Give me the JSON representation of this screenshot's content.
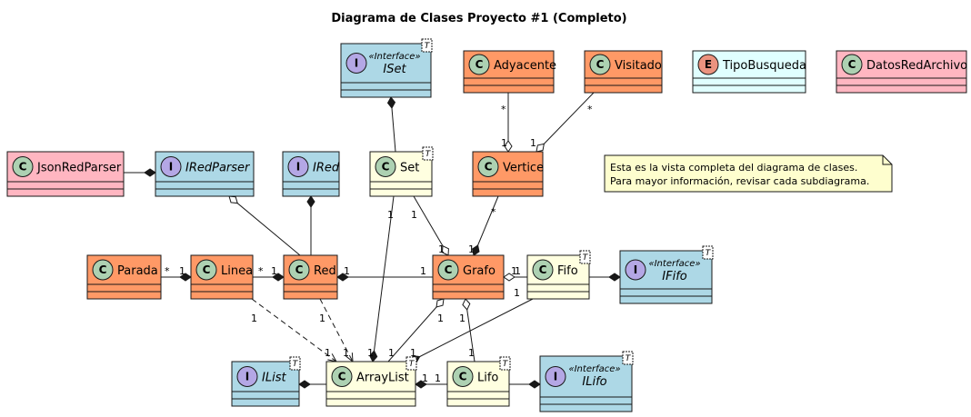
{
  "title": "Diagrama de Clases Proyecto #1 (Completo)",
  "note": {
    "lines": [
      "Esta es la vista completa del diagrama de clases.",
      "Para mayor información, revisar cada subdiagrama."
    ]
  },
  "colors": {
    "salmon": "#FF9966",
    "light_blue": "#ADD8E6",
    "light_yellow": "#FFFFE0",
    "pink": "#FFB6C1",
    "light_cyan": "#E0FFFF",
    "note_bg": "#FEFECE",
    "badge_class": "#ADD1B2",
    "badge_interface": "#B4A7E5",
    "badge_enum": "#EB937F",
    "border": "#181818"
  },
  "stereotype_interface": "«Interface»",
  "generic_marker": "T",
  "classes": [
    {
      "id": "ISet",
      "name": "ISet",
      "kind": "interface",
      "badge": "I",
      "stereotype": true,
      "generic": true
    },
    {
      "id": "Adyacente",
      "name": "Adyacente",
      "kind": "class",
      "badge": "C"
    },
    {
      "id": "Visitado",
      "name": "Visitado",
      "kind": "class",
      "badge": "C"
    },
    {
      "id": "TipoBusqueda",
      "name": "TipoBusqueda",
      "kind": "enum",
      "badge": "E"
    },
    {
      "id": "DatosRedArchivo",
      "name": "DatosRedArchivo",
      "kind": "class",
      "badge": "C"
    },
    {
      "id": "JsonRedParser",
      "name": "JsonRedParser",
      "kind": "class",
      "badge": "C"
    },
    {
      "id": "IRedParser",
      "name": "IRedParser",
      "kind": "interface",
      "badge": "I"
    },
    {
      "id": "IRed",
      "name": "IRed",
      "kind": "interface",
      "badge": "I"
    },
    {
      "id": "Set",
      "name": "Set",
      "kind": "class",
      "badge": "C",
      "generic": true
    },
    {
      "id": "Vertice",
      "name": "Vertice",
      "kind": "class",
      "badge": "C"
    },
    {
      "id": "Parada",
      "name": "Parada",
      "kind": "class",
      "badge": "C"
    },
    {
      "id": "Linea",
      "name": "Linea",
      "kind": "class",
      "badge": "C"
    },
    {
      "id": "Red",
      "name": "Red",
      "kind": "class",
      "badge": "C"
    },
    {
      "id": "Grafo",
      "name": "Grafo",
      "kind": "class",
      "badge": "C"
    },
    {
      "id": "Fifo",
      "name": "Fifo",
      "kind": "class",
      "badge": "C",
      "generic": true
    },
    {
      "id": "IFifo",
      "name": "IFifo",
      "kind": "interface",
      "badge": "I",
      "stereotype": true,
      "generic": true
    },
    {
      "id": "IList",
      "name": "IList",
      "kind": "interface",
      "badge": "I",
      "generic": true
    },
    {
      "id": "ArrayList",
      "name": "ArrayList",
      "kind": "class",
      "badge": "C",
      "generic": true
    },
    {
      "id": "Lifo",
      "name": "Lifo",
      "kind": "class",
      "badge": "C",
      "generic": true
    },
    {
      "id": "ILifo",
      "name": "ILifo",
      "kind": "interface",
      "badge": "I",
      "stereotype": true,
      "generic": true
    }
  ],
  "relations": [
    {
      "from": "ISet",
      "to": "Set",
      "type": "composition"
    },
    {
      "from": "Adyacente",
      "to": "Vertice",
      "type": "aggregation",
      "from_mult": "*",
      "to_mult": "1"
    },
    {
      "from": "Visitado",
      "to": "Vertice",
      "type": "aggregation",
      "from_mult": "*",
      "to_mult": "1"
    },
    {
      "from": "JsonRedParser",
      "to": "IRedParser",
      "type": "composition"
    },
    {
      "from": "IRedParser",
      "to": "Red",
      "type": "aggregation"
    },
    {
      "from": "IRed",
      "to": "Red",
      "type": "composition"
    },
    {
      "from": "Set",
      "to": "Grafo",
      "type": "aggregation",
      "from_mult": "1",
      "to_mult": "1"
    },
    {
      "from": "Set",
      "to": "ArrayList",
      "type": "composition",
      "from_mult": "1",
      "to_mult": "1"
    },
    {
      "from": "Vertice",
      "to": "Grafo",
      "type": "composition",
      "from_mult": "*",
      "to_mult": "1"
    },
    {
      "from": "Parada",
      "to": "Linea",
      "type": "composition",
      "from_mult": "*",
      "to_mult": "1"
    },
    {
      "from": "Linea",
      "to": "Red",
      "type": "composition",
      "from_mult": "*",
      "to_mult": "1"
    },
    {
      "from": "Red",
      "to": "Grafo",
      "type": "composition",
      "from_mult": "1",
      "to_mult": "1"
    },
    {
      "from": "Grafo",
      "to": "Fifo",
      "type": "aggregation",
      "from_mult": "1",
      "to_mult": "1"
    },
    {
      "from": "Fifo",
      "to": "IFifo",
      "type": "composition"
    },
    {
      "from": "Linea",
      "to": "ArrayList",
      "type": "dependency",
      "from_mult": "1",
      "to_mult": "1"
    },
    {
      "from": "Red",
      "to": "ArrayList",
      "type": "dependency",
      "from_mult": "1",
      "to_mult": "1"
    },
    {
      "from": "Grafo",
      "to": "ArrayList",
      "type": "aggregation",
      "from_mult": "1",
      "to_mult": "1"
    },
    {
      "from": "Fifo",
      "to": "ArrayList",
      "type": "composition",
      "from_mult": "1",
      "to_mult": "1"
    },
    {
      "from": "Grafo",
      "to": "Lifo",
      "type": "aggregation",
      "from_mult": "1",
      "to_mult": "1"
    },
    {
      "from": "IList",
      "to": "ArrayList",
      "type": "composition"
    },
    {
      "from": "ArrayList",
      "to": "Lifo",
      "type": "composition",
      "from_mult": "1",
      "to_mult": "1"
    },
    {
      "from": "Lifo",
      "to": "ILifo",
      "type": "composition"
    }
  ]
}
